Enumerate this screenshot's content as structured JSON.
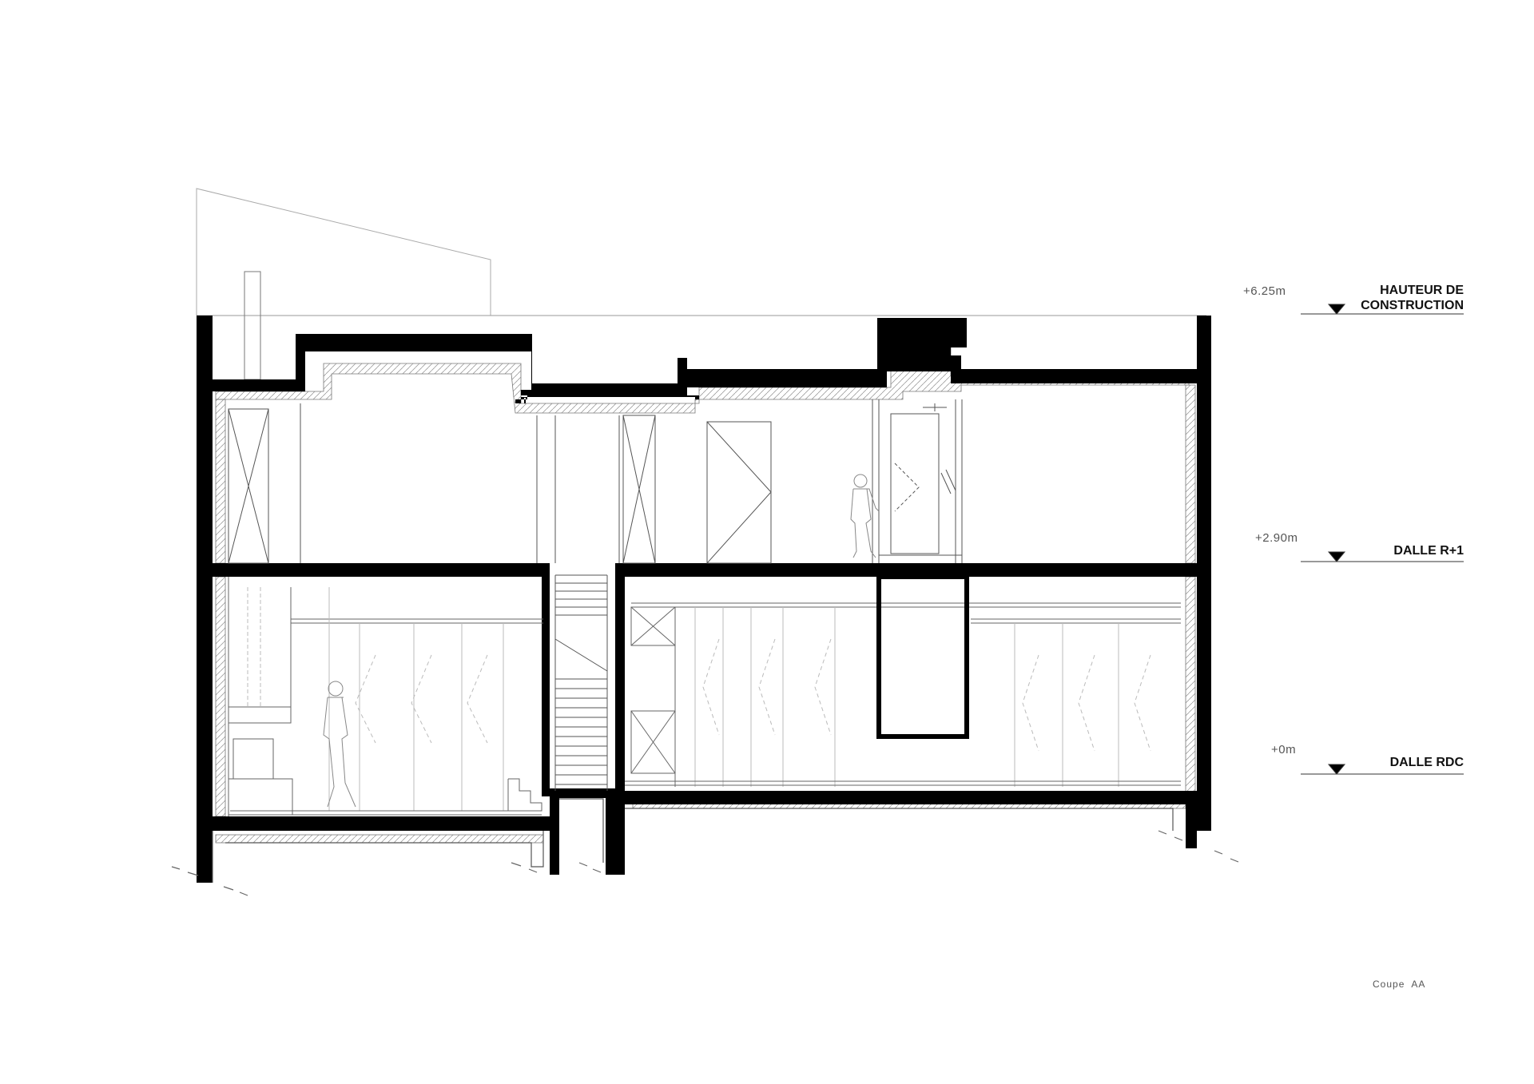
{
  "levels": [
    {
      "value": "+6.25m",
      "name_line1": "HAUTEUR DE",
      "name_line2": "CONSTRUCTION"
    },
    {
      "value": "+2.90m",
      "name_line1": "DALLE R+1"
    },
    {
      "value": "+0m",
      "name_line1": "DALLE RDC"
    }
  ],
  "caption": "Coupe  AA",
  "colors": {
    "wall": "#000000",
    "line": "#333333",
    "thin": "#888888",
    "paper": "#ffffff"
  }
}
